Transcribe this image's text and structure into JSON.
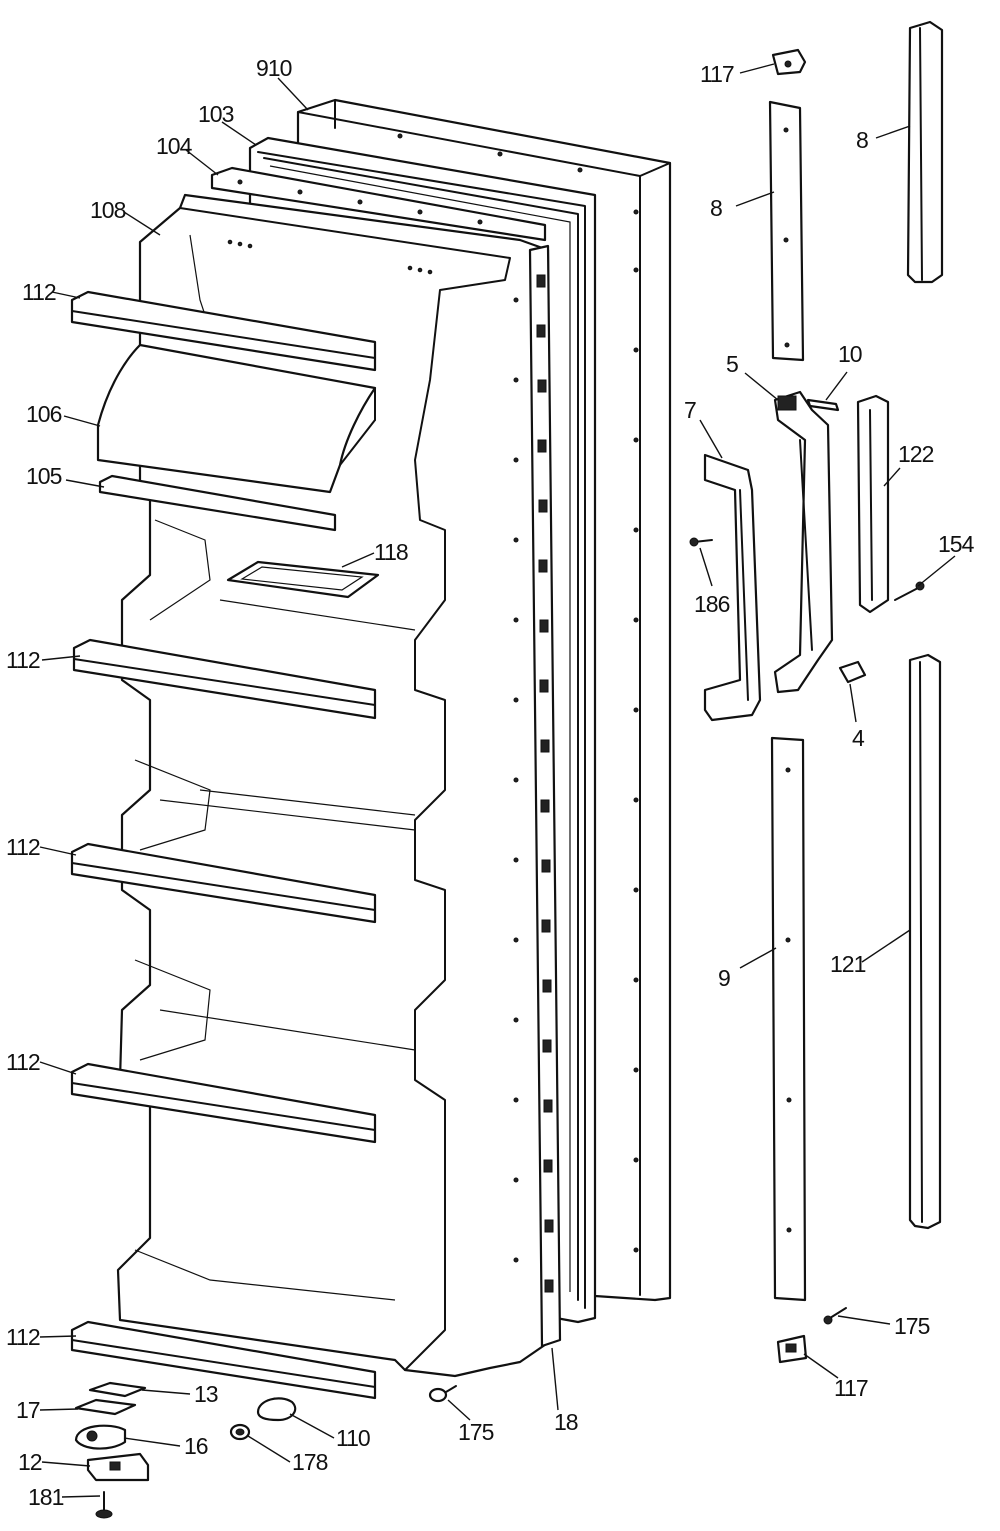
{
  "callouts": {
    "c910": "910",
    "c103": "103",
    "c104": "104",
    "c108": "108",
    "c112a": "112",
    "c106": "106",
    "c105": "105",
    "c118": "118",
    "c112b": "112",
    "c112c": "112",
    "c112d": "112",
    "c112e": "112",
    "c13": "13",
    "c17": "17",
    "c16": "16",
    "c12": "12",
    "c181": "181",
    "c110": "110",
    "c178": "178",
    "c175a": "175",
    "c18": "18",
    "c117a": "117",
    "c8a": "8",
    "c8b": "8",
    "c5": "5",
    "c10": "10",
    "c7": "7",
    "c122": "122",
    "c154": "154",
    "c186": "186",
    "c4": "4",
    "c9": "9",
    "c121": "121",
    "c175b": "175",
    "c117b": "117"
  }
}
